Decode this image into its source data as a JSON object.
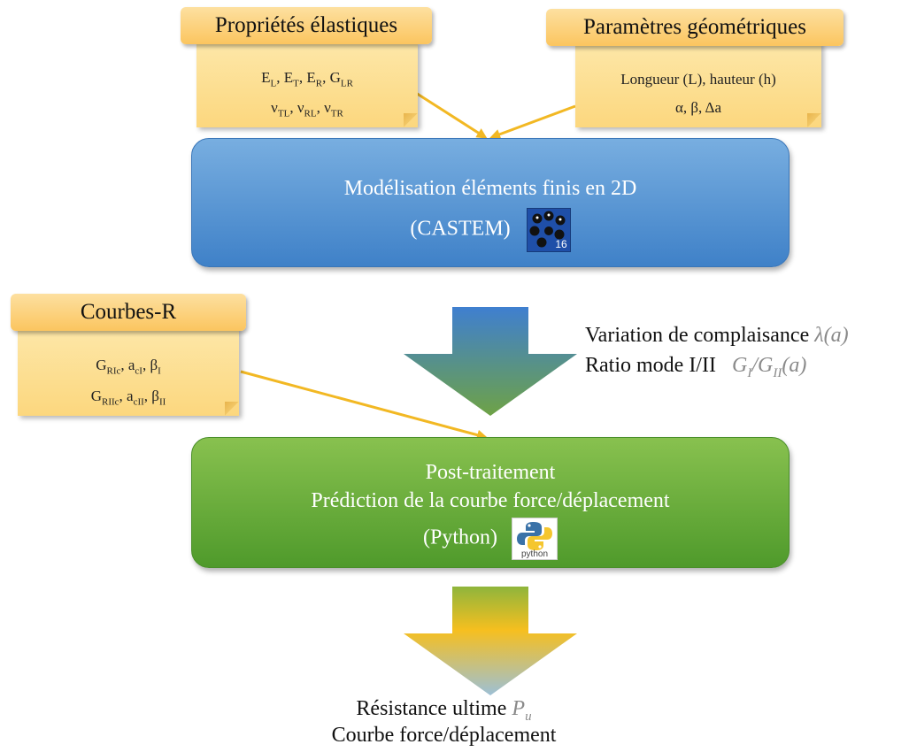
{
  "elastic": {
    "title": "Propriétés élastiques",
    "line1": {
      "EL": {
        "base": "E",
        "sub": "L"
      },
      "ET": {
        "base": "E",
        "sub": "T"
      },
      "ER": {
        "base": "E",
        "sub": "R"
      },
      "GLR": {
        "base": "G",
        "sub": "LR"
      }
    },
    "line2": {
      "nuTL": {
        "base": "ν",
        "sub": "TL"
      },
      "nuRL": {
        "base": "ν",
        "sub": "RL"
      },
      "nuTR": {
        "base": "ν",
        "sub": "TR"
      }
    }
  },
  "geometry": {
    "title": "Paramètres géométriques",
    "line1": "Longueur  (L), hauteur  (h)",
    "line2": "α,  β,  Δa"
  },
  "rcurves": {
    "title": "Courbes-R",
    "line1": {
      "GRIc": {
        "base": "G",
        "sub": "RIc"
      },
      "acI": {
        "base": "a",
        "sub": "cI"
      },
      "betaI": {
        "base": "β",
        "sub": "I"
      }
    },
    "line2": {
      "GRIIc": {
        "base": "G",
        "sub": "RIIc"
      },
      "acII": {
        "base": "a",
        "sub": "cII"
      },
      "betaII": {
        "base": "β",
        "sub": "II"
      }
    }
  },
  "fem": {
    "line1": "Modélisation éléments finis en 2D",
    "line2": "(CASTEM)",
    "logo_text": "16",
    "logo_icon": "castem-logo-icon"
  },
  "post": {
    "line1": "Post-traitement",
    "line2": "Prédiction de la courbe force/déplacement",
    "line3": "(Python)",
    "logo_text": "python",
    "logo_icon": "python-logo-icon"
  },
  "mid_outputs": {
    "compliance_label": "Variation de complaisance",
    "compliance_symbol": "λ(a)",
    "ratio_label": "Ratio mode I/II",
    "ratio_symbol_G1": {
      "base": "G",
      "sub": "I"
    },
    "ratio_slash": "/",
    "ratio_symbol_G2": {
      "base": "G",
      "sub": "II"
    },
    "ratio_arg": "(a)"
  },
  "final_outputs": {
    "line1_label": "Résistance ultime",
    "line1_symbol": {
      "base": "P",
      "sub": "u"
    },
    "line2": "Courbe force/déplacement"
  },
  "colors": {
    "note_fill": "#fcd77e",
    "tab_fill": "#fbc55f",
    "fem_box": "#4a8bd0",
    "post_box": "#5ea535",
    "connector": "#f2b823",
    "arrow1_top": "#3f7fd0",
    "arrow1_bottom": "#6ea246",
    "arrow2_top": "#8fb53c",
    "arrow2_bottom": "#9dc0d6"
  }
}
